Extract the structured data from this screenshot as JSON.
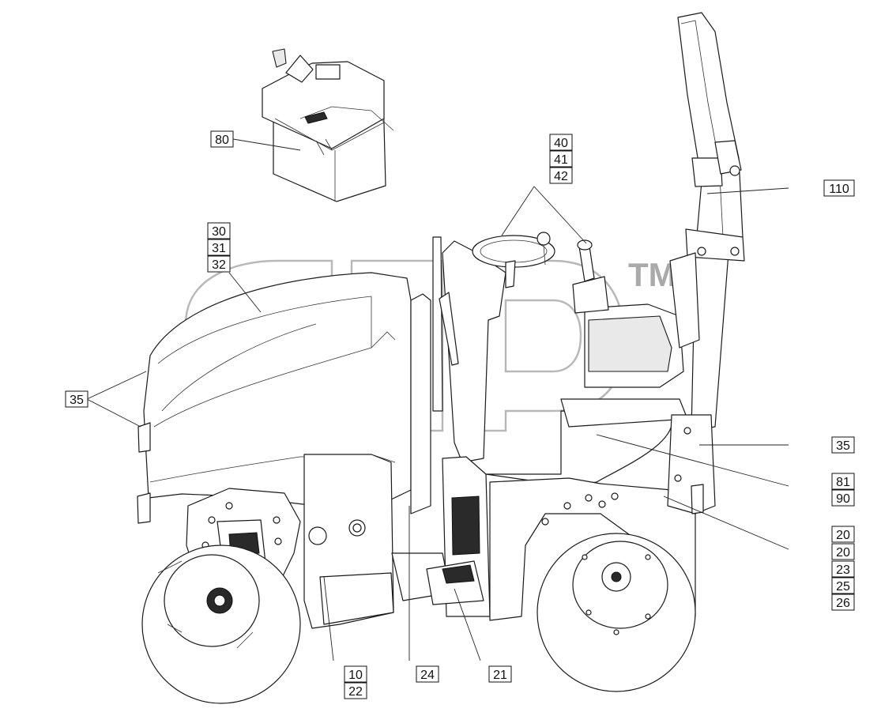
{
  "watermark": {
    "logo": "элп",
    "tm": "TM"
  },
  "callouts": [
    {
      "id": "c80",
      "text": "80"
    },
    {
      "id": "c40",
      "text": "40"
    },
    {
      "id": "c41",
      "text": "41"
    },
    {
      "id": "c42",
      "text": "42"
    },
    {
      "id": "c110",
      "text": "110"
    },
    {
      "id": "c30",
      "text": "30"
    },
    {
      "id": "c31",
      "text": "31"
    },
    {
      "id": "c32",
      "text": "32"
    },
    {
      "id": "c35a",
      "text": "35"
    },
    {
      "id": "c35b",
      "text": "35"
    },
    {
      "id": "c81",
      "text": "81"
    },
    {
      "id": "c90",
      "text": "90"
    },
    {
      "id": "c20a",
      "text": "20"
    },
    {
      "id": "c20b",
      "text": "20"
    },
    {
      "id": "c23",
      "text": "23"
    },
    {
      "id": "c25",
      "text": "25"
    },
    {
      "id": "c26",
      "text": "26"
    },
    {
      "id": "c10",
      "text": "10"
    },
    {
      "id": "c22",
      "text": "22"
    },
    {
      "id": "c24",
      "text": "24"
    },
    {
      "id": "c21",
      "text": "21"
    }
  ]
}
